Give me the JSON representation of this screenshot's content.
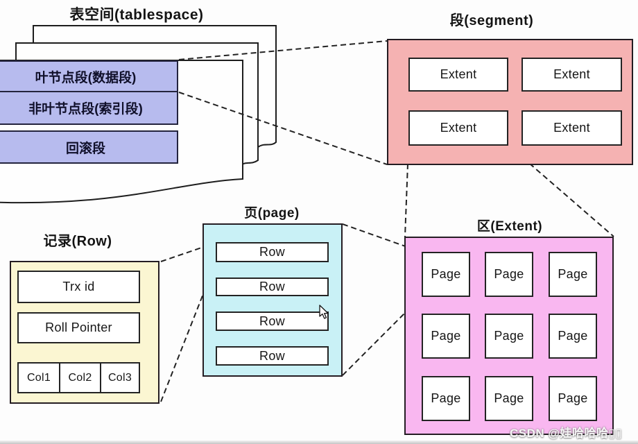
{
  "diagram": {
    "tablespace": {
      "title": "表空间(tablespace)",
      "bars": [
        "叶节点段(数据段)",
        "非叶节点段(索引段)",
        "回滚段"
      ]
    },
    "segment": {
      "title": "段(segment)",
      "extents": [
        "Extent",
        "Extent",
        "Extent",
        "Extent"
      ]
    },
    "page": {
      "title": "页(page)",
      "rows": [
        "Row",
        "Row",
        "Row",
        "Row"
      ]
    },
    "record": {
      "title": "记录(Row)",
      "trx_id": "Trx id",
      "roll_pointer": "Roll Pointer",
      "columns": [
        "Col1",
        "Col2",
        "Col3"
      ]
    },
    "extent": {
      "title": "区(Extent)",
      "pages": [
        "Page",
        "Page",
        "Page",
        "Page",
        "Page",
        "Page",
        "Page",
        "Page",
        "Page"
      ]
    }
  },
  "watermark": "CSDN @娃哈哈哈▯▯",
  "colors": {
    "tablespace_bar": "#b7bbee",
    "segment_fill": "#f5b2b2",
    "page_fill": "#c9f1f6",
    "record_fill": "#fbf6d2",
    "extent_fill": "#f9b7f0",
    "line": "#222222"
  }
}
